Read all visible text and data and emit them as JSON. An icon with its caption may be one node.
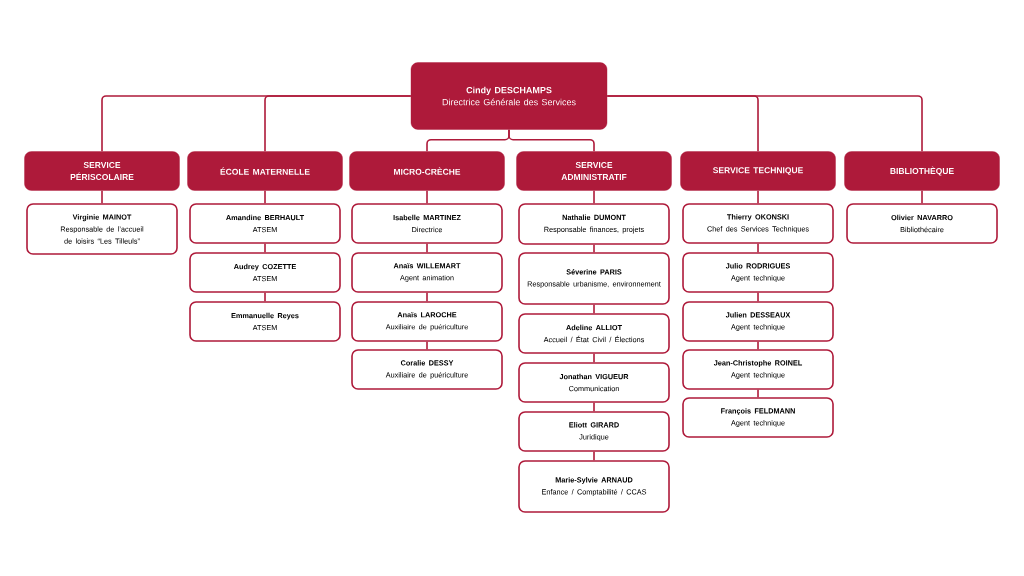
{
  "diagram": {
    "nodes": [
      {
        "text": [
          "Cindy DESCHAMPS",
          "Directrice Générale des Services"
        ]
      },
      {
        "text": [
          "SERVICE PÉRISCOLAIRE"
        ]
      },
      {
        "text": [
          "ÉCOLE MATERNELLE"
        ]
      },
      {
        "text": [
          "MICRO-CRÈCHE"
        ]
      },
      {
        "text": [
          "SERVICE ADMINISTRATIF"
        ]
      },
      {
        "text": [
          "SERVICE TECHNIQUE"
        ]
      },
      {
        "text": [
          "BIBLIOTHÈQUE"
        ]
      },
      {
        "text": [
          "Virginie MAINOT",
          "Responsable de l’accueil de loisirs “Les Tilleuls”"
        ]
      },
      {
        "text": [
          "Amandine BERHAULT",
          "ATSEM"
        ]
      },
      {
        "text": [
          "Audrey COZETTE",
          "ATSEM"
        ]
      },
      {
        "text": [
          "Emmanuelle Reyes",
          "ATSEM"
        ]
      },
      {
        "text": [
          "Isabelle MARTINEZ",
          "Directrice"
        ]
      },
      {
        "text": [
          "Anaïs WILLEMART",
          "Agent animation"
        ]
      },
      {
        "text": [
          "Anaïs LAROCHE",
          "Auxiliaire de puériculture"
        ]
      },
      {
        "text": [
          "Coralie DESSY",
          "Auxiliaire de puériculture"
        ]
      },
      {
        "text": [
          "Nathalie DUMONT",
          "Responsable finances, projets"
        ]
      },
      {
        "text": [
          "Séverine PARIS",
          "Responsable urbanisme, environnement"
        ]
      },
      {
        "text": [
          "Adeline ALLIOT",
          "Accueil / État Civil / Élections"
        ]
      },
      {
        "text": [
          "Jonathan VIGUEUR",
          "Communication"
        ]
      },
      {
        "text": [
          "Eliott GIRARD",
          "Juridique"
        ]
      },
      {
        "text": [
          "Marie-Sylvie ARNAUD",
          "Enfance / Comptabilité / CCAS"
        ]
      },
      {
        "text": [
          "Thierry OKONSKI",
          "Chef des Services Techniques"
        ]
      },
      {
        "text": [
          "Julio RODRIGUES",
          "Agent technique"
        ]
      },
      {
        "text": [
          "Julien DESSEAUX",
          "Agent technique"
        ]
      },
      {
        "text": [
          "Jean-Christophe ROINEL",
          "Agent technique"
        ]
      },
      {
        "text": [
          "François FELDMANN",
          "Agent technique"
        ]
      },
      {
        "text": [
          "Olivier NAVARRO",
          "Bibliothécaire"
        ]
      }
    ],
    "edges": [
      {
        "from": 0,
        "to": 1,
        "arrow": "none"
      },
      {
        "from": 0,
        "to": 2,
        "arrow": "none"
      },
      {
        "from": 0,
        "to": 3,
        "arrow": "none"
      },
      {
        "from": 0,
        "to": 4,
        "arrow": "none"
      },
      {
        "from": 0,
        "to": 5,
        "arrow": "none"
      },
      {
        "from": 0,
        "to": 6,
        "arrow": "none"
      },
      {
        "from": 1,
        "to": 7,
        "arrow": "none"
      },
      {
        "from": 2,
        "to": 8,
        "arrow": "none"
      },
      {
        "from": 8,
        "to": 9,
        "arrow": "none"
      },
      {
        "from": 9,
        "to": 10,
        "arrow": "none"
      },
      {
        "from": 3,
        "to": 11,
        "arrow": "none"
      },
      {
        "from": 11,
        "to": 12,
        "arrow": "none"
      },
      {
        "from": 12,
        "to": 13,
        "arrow": "none"
      },
      {
        "from": 13,
        "to": 14,
        "arrow": "none"
      },
      {
        "from": 4,
        "to": 15,
        "arrow": "none"
      },
      {
        "from": 15,
        "to": 16,
        "arrow": "none"
      },
      {
        "from": 16,
        "to": 17,
        "arrow": "none"
      },
      {
        "from": 17,
        "to": 18,
        "arrow": "none"
      },
      {
        "from": 18,
        "to": 19,
        "arrow": "none"
      },
      {
        "from": 19,
        "to": 20,
        "arrow": "none"
      },
      {
        "from": 5,
        "to": 21,
        "arrow": "none"
      },
      {
        "from": 21,
        "to": 22,
        "arrow": "none"
      },
      {
        "from": 22,
        "to": 23,
        "arrow": "none"
      },
      {
        "from": 23,
        "to": 24,
        "arrow": "none"
      },
      {
        "from": 24,
        "to": 25,
        "arrow": "none"
      },
      {
        "from": 6,
        "to": 26,
        "arrow": "none"
      }
    ]
  }
}
